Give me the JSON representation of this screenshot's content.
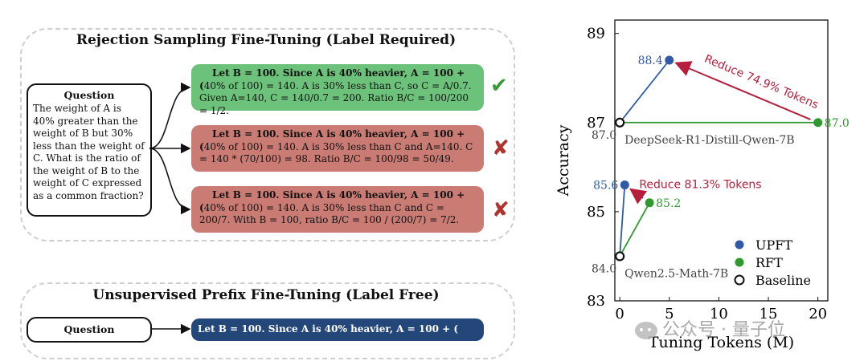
{
  "rsft": {
    "title": "Rejection Sampling Fine-Tuning (Label Required)",
    "question_title": "Question",
    "question_text": "The weight of A is 40% greater than the weight of B but 30% less than the weight of C. What is the ratio of the weight of B to the weight of C expressed as a common fraction?",
    "answers": [
      {
        "bold": "Let B = 100.  Since A is 40% heavier, A = 100 + (",
        "rest": "40% of 100) = 140. A is 30% less than C, so C = A/0.7.  Given A=140, C = 140/0.7 = 200. Ratio B/C = 100/200 = 1/2.",
        "verdict": "correct"
      },
      {
        "bold": "Let B = 100.  Since A is 40% heavier, A = 100 + (",
        "rest": "40% of 100) = 140. A is 30% less than C and A=140.  C = 140 * (70/100) = 98. Ratio B/C = 100/98 = 50/49.",
        "verdict": "wrong"
      },
      {
        "bold": "Let B = 100.  Since A is 40% heavier, A = 100 + (",
        "rest": "40% of 100) = 140. A is 30% less than C and C = 200/7. With B = 100, ratio B/C = 100 / (200/7) = 7/2.",
        "verdict": "wrong"
      }
    ],
    "check_symbol": "✔",
    "cross_symbol": "✘"
  },
  "upft": {
    "title": "Unsupervised Prefix Fine-Tuning (Label Free)",
    "question_title": "Question",
    "prefix": "Let B = 100.  Since A is 40% heavier, A = 100 + ("
  },
  "colors": {
    "upft": "#2f5aa8",
    "rft": "#2e9a2e",
    "reduce": "#b51f3c",
    "correct_box": "#6cc27a",
    "wrong_box": "#c97b74",
    "prefix_box": "#24477a"
  },
  "chart_data": {
    "type": "scatter",
    "xlabel": "Tuning Tokens (M)",
    "ylabel": "Accuracy",
    "x_ticks": [
      "0",
      "5",
      "10",
      "15",
      "20"
    ],
    "y_ticks": [
      "83",
      "85",
      "87",
      "89"
    ],
    "xlim": [
      -0.5,
      21
    ],
    "ylim": [
      83,
      89.3
    ],
    "grid": false,
    "legend_position": "bottom-right",
    "legend": [
      {
        "label": "UPFT",
        "marker": "filled-blue"
      },
      {
        "label": "RFT",
        "marker": "filled-green"
      },
      {
        "label": "Baseline",
        "marker": "hollow-black"
      }
    ],
    "groups": [
      {
        "model": "DeepSeek-R1-Distill-Qwen-7B",
        "baseline": {
          "x": 0,
          "y": 87.0,
          "label": "87.0"
        },
        "upft": {
          "x": 5,
          "y": 88.4,
          "label": "88.4"
        },
        "rft": {
          "x": 20,
          "y": 87.0,
          "label": "87.0"
        },
        "reduction": "Reduce 74.9% Tokens"
      },
      {
        "model": "Qwen2.5-Math-7B",
        "baseline": {
          "x": 0,
          "y": 84.0,
          "label": "84.0"
        },
        "upft": {
          "x": 0.5,
          "y": 85.6,
          "label": "85.6"
        },
        "rft": {
          "x": 3,
          "y": 85.2,
          "label": "85.2"
        },
        "reduction": "Reduce 81.3% Tokens"
      }
    ]
  },
  "watermark": {
    "text": "公众号 · 量子位"
  }
}
